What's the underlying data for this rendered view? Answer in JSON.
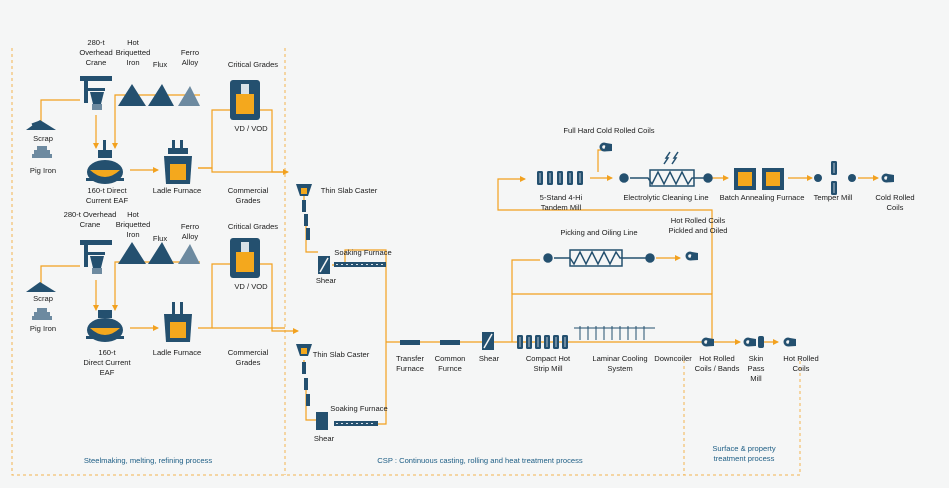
{
  "labels": {
    "crane_top": "280-t\nOverhead\nCrane",
    "hbi_top": "Hot\nBriquetted\nIron",
    "flux_top": "Flux",
    "ferro_top": "Ferro\nAlloy",
    "crit_top": "Critical Grades",
    "vdvod_top": "VD / VOD",
    "scrap_top": "Scrap",
    "pig_top": "Pig Iron",
    "eaf_top": "160-t Direct\nCurrent EAF",
    "ladle_top": "Ladle Furnace",
    "comm_top": "Commercial\nGrades",
    "caster_top": "Thin Slab Caster",
    "soak_top": "Soaking Furnace",
    "shear_top": "Shear",
    "crane_bot": "280-t Overhead\nCrane",
    "hbi_bot": "Hot\nBriquetted\nIron",
    "flux_bot": "Flux",
    "ferro_bot": "Ferro\nAlloy",
    "crit_bot": "Critical Grades",
    "vdvod_bot": "VD / VOD",
    "scrap_bot": "Scrap",
    "pig_bot": "Pig Iron",
    "eaf_bot": "160-t\nDirect Current\nEAF",
    "ladle_bot": "Ladle Furnace",
    "comm_bot": "Commercial\nGrades",
    "caster_bot": "Thin Slab Caster",
    "soak_bot": "Soaking Furnace",
    "shear_bot": "Shear",
    "full_hard": "Full Hard Cold Rolled Coils",
    "tandem": "5-Stand 4-Hi\nTandem Mill",
    "ecl": "Electrolytic Cleaning Line",
    "batch": "Batch Annealing Furnace",
    "temper": "Temper Mill",
    "cold_coils": "Cold Rolled\nCoils",
    "pickling": "Picking and Oiling Line",
    "hr_pickled": "Hot Rolled Coils\nPickled and Oiled",
    "transfer": "Transfer\nFurnace",
    "common": "Common\nFurnce",
    "shear_main": "Shear",
    "compact": "Compact Hot\nStrip Mill",
    "laminar": "Laminar Cooling\nSystem",
    "downcoiler": "Downcoiler",
    "hr_bands": "Hot Rolled\nCoils / Bands",
    "skinpass": "Skin\nPass\nMill",
    "hr_coils": "Hot Rolled\nCoils"
  },
  "sections": {
    "steelmaking": "Steelmaking, melting, refining process",
    "csp": "CSP : Continuous casting, rolling and heat treatment process",
    "surface": "Surface & property\ntreatment process"
  },
  "colors": {
    "flow": "#f2a11f",
    "equipment": "#24506f",
    "dashed": "#f2b450",
    "section_text": "#1f5f86",
    "molten": "#f4a81d"
  }
}
